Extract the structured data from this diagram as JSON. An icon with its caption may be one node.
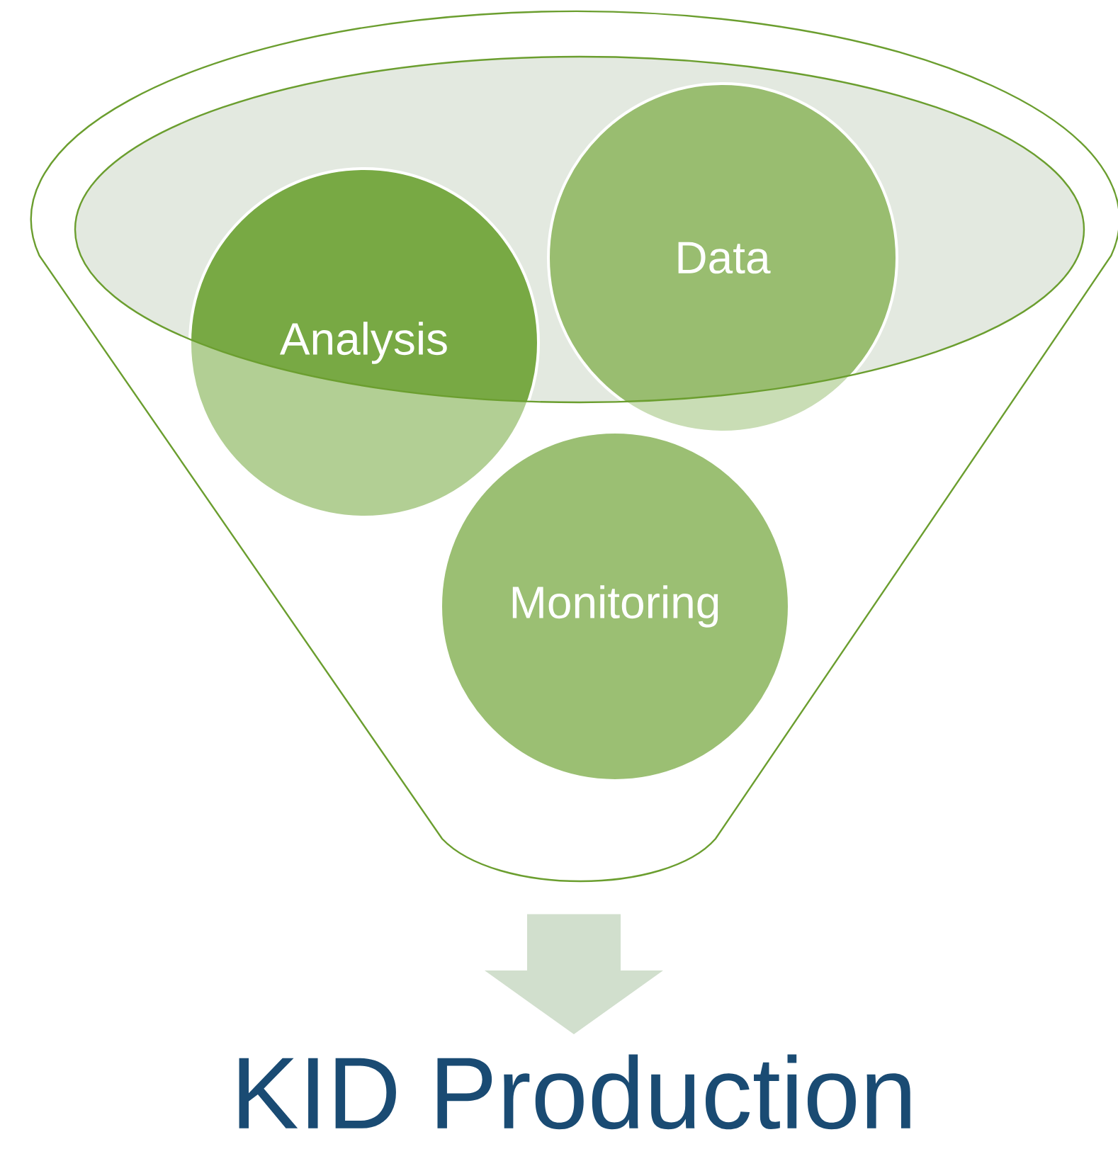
{
  "diagram": {
    "nodes": [
      {
        "text": [],
        "shape": "funnel"
      },
      {
        "text": [
          "Analysis"
        ],
        "in": 0
      },
      {
        "text": [
          "Data"
        ],
        "in": 0
      },
      {
        "text": [
          "Monitoring"
        ],
        "in": 0
      },
      {
        "text": [
          "KID Production"
        ]
      }
    ],
    "edges": [
      {
        "from": 0,
        "to": 4,
        "arrow": "to"
      }
    ]
  }
}
